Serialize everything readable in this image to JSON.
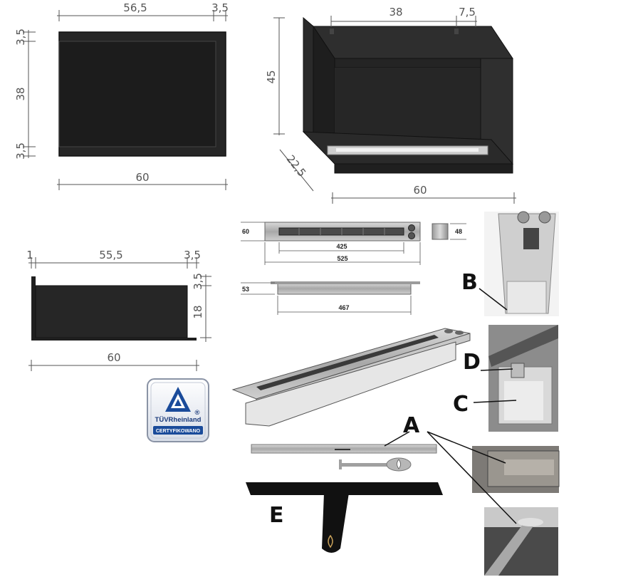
{
  "front_view": {
    "dim_width": "56,5",
    "dim_side": "3,5",
    "dim_left_top": "3,5",
    "dim_height": "38",
    "dim_left_bottom": "3,5",
    "dim_total": "60"
  },
  "iso_view": {
    "dim_inner": "38",
    "dim_side": "7,5",
    "dim_height": "45",
    "dim_depth": "22,5",
    "dim_total": "60"
  },
  "side_view": {
    "dim_wall": "1",
    "dim_inner": "55,5",
    "dim_side": "3,5",
    "dim_top": "3,5",
    "dim_height": "18",
    "dim_total": "60"
  },
  "burner": {
    "dim_front_height": "60",
    "dim_slot": "425",
    "dim_length": "525",
    "dim_side": "48",
    "dim_body_height": "53",
    "dim_body_length": "467"
  },
  "badge": {
    "brand": "TÜVRheinland",
    "mark": "®",
    "cert": "CERTYFIKOWANO"
  },
  "callouts": {
    "a": "A",
    "b": "B",
    "c": "C",
    "d": "D",
    "e": "E"
  },
  "colors": {
    "panel": "#232323",
    "steel": "#b9b9b9",
    "tuv_blue": "#1a4b9a"
  }
}
